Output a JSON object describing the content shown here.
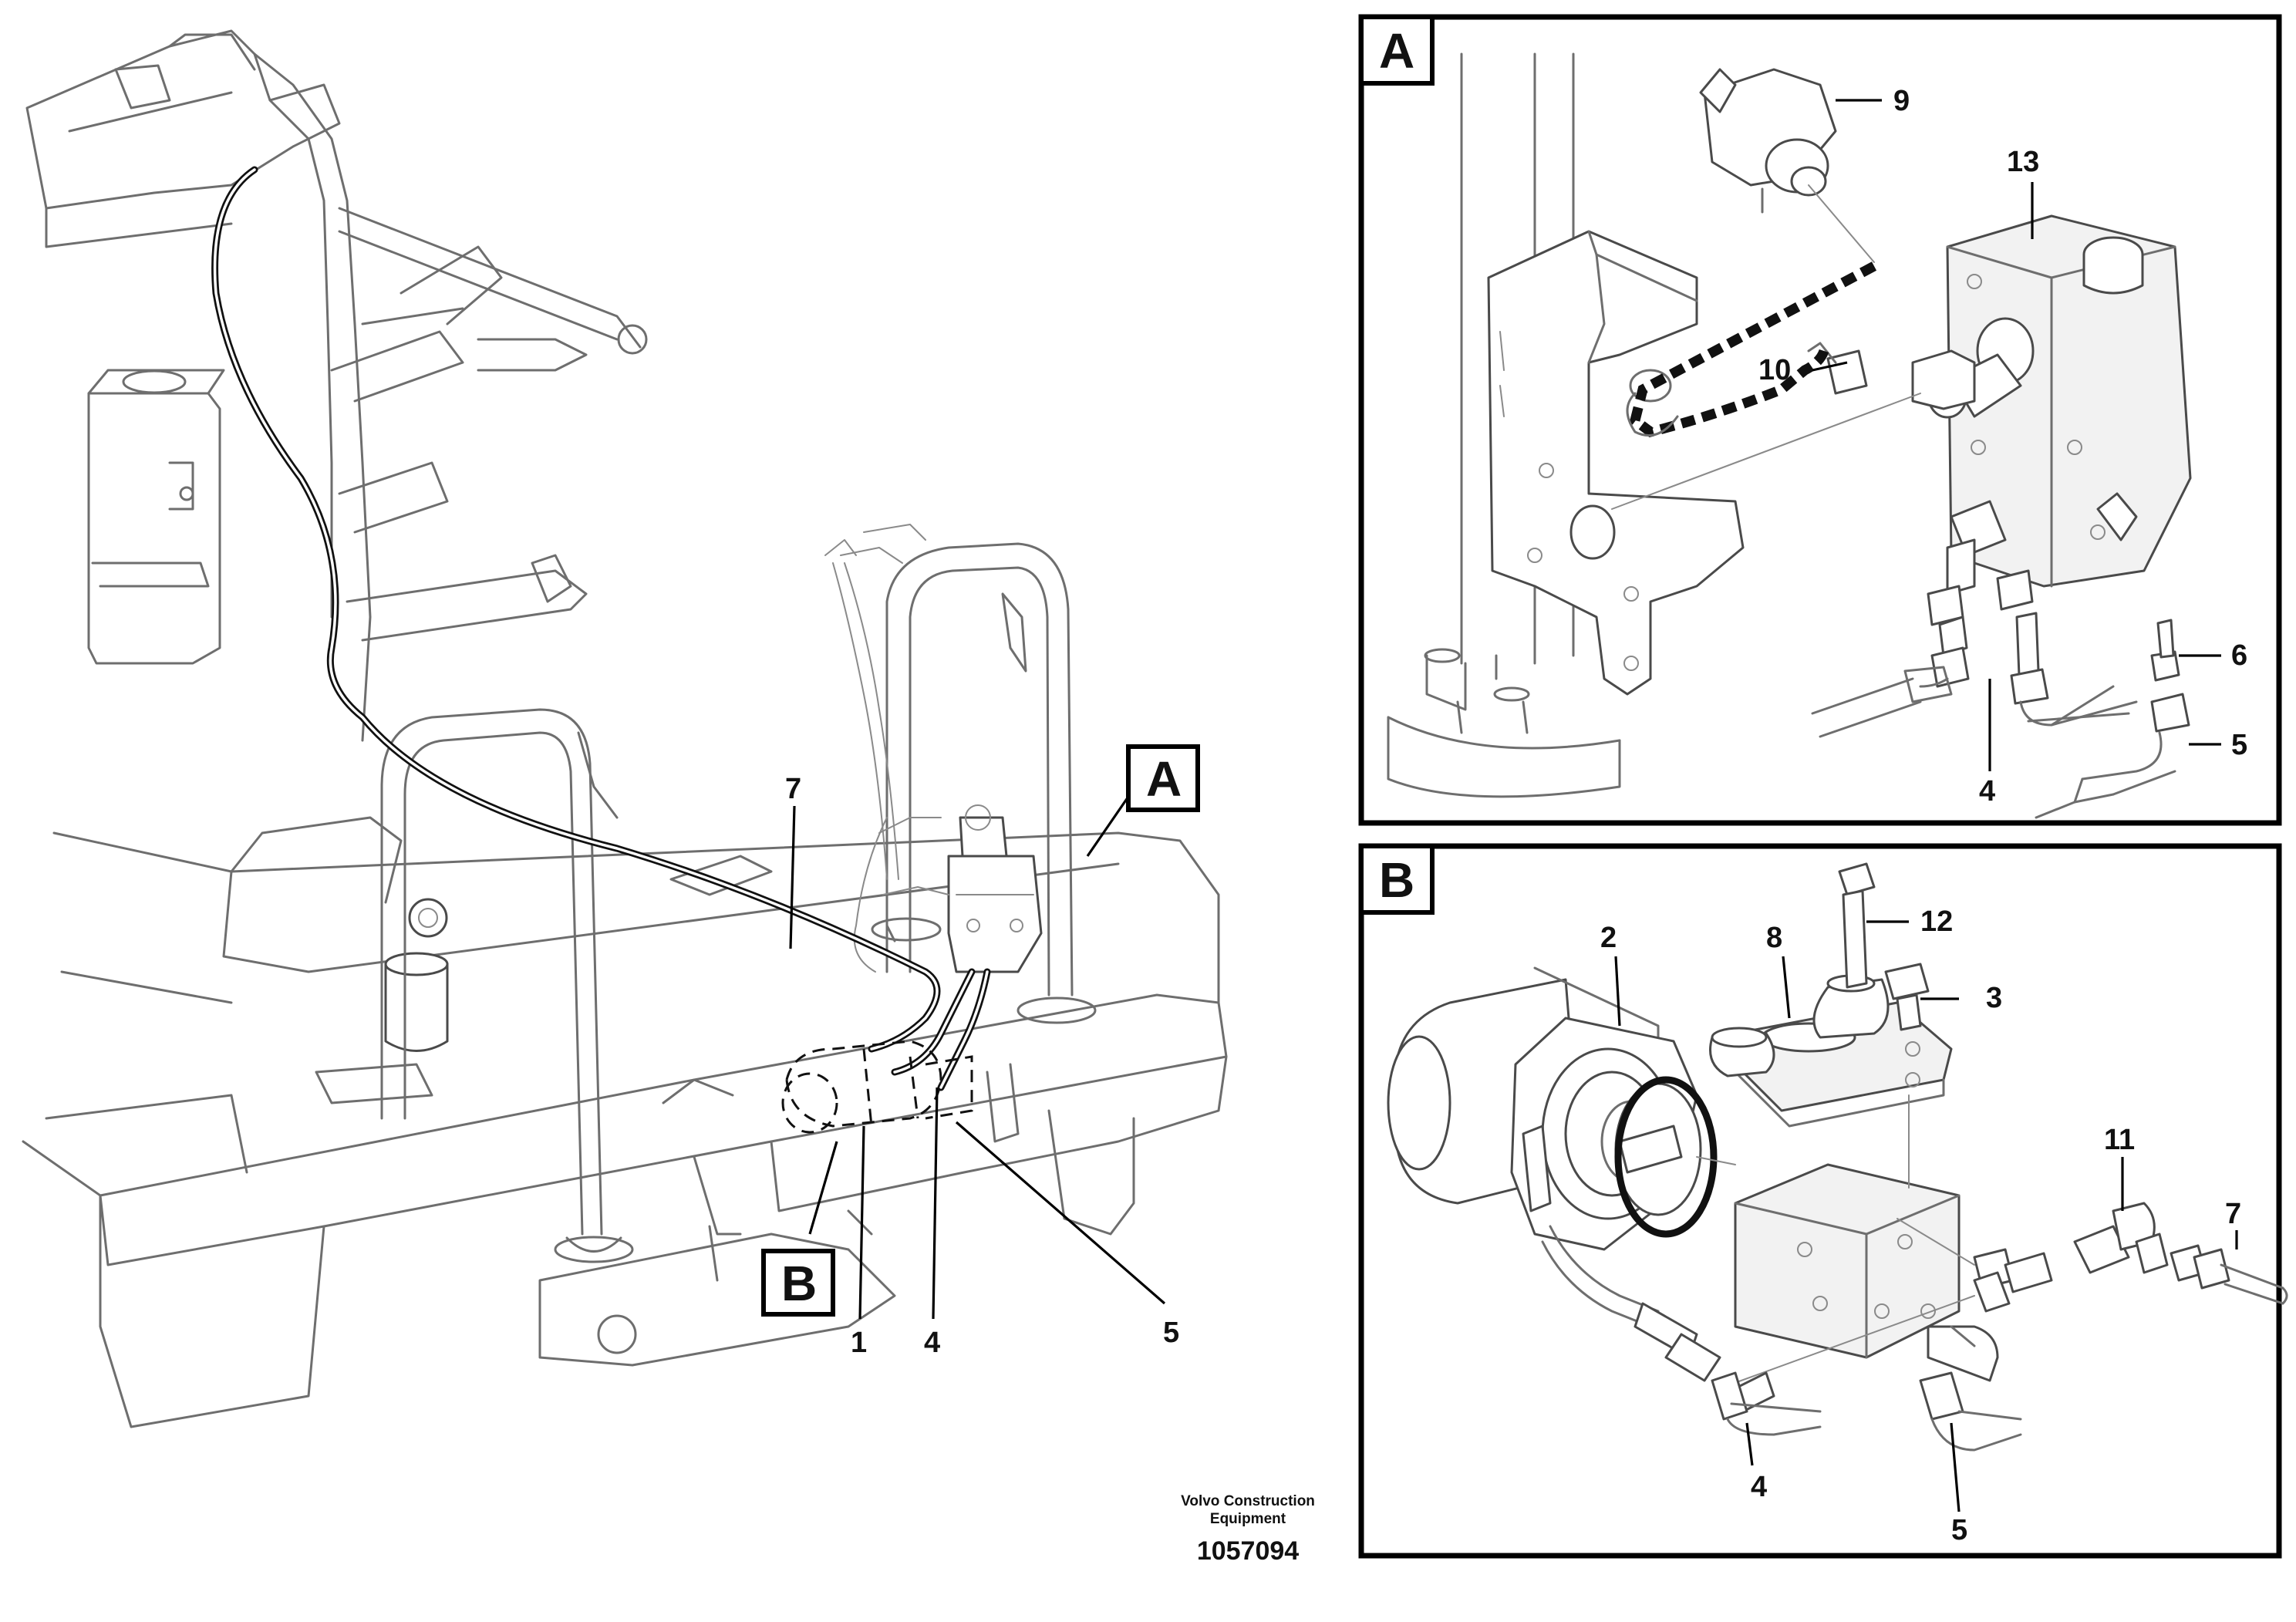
{
  "callouts": {
    "main": {
      "n7": "7",
      "n1": "1",
      "n4": "4",
      "n5": "5",
      "view_a": "A",
      "view_b": "B"
    },
    "detail_a": {
      "letter": "A",
      "n9": "9",
      "n13": "13",
      "n10": "10",
      "n6": "6",
      "n5": "5",
      "n4": "4"
    },
    "detail_b": {
      "letter": "B",
      "n2": "2",
      "n8": "8",
      "n12": "12",
      "n3": "3",
      "n11": "11",
      "n7": "7",
      "n4": "4",
      "n5": "5"
    }
  },
  "footer": {
    "credit_line1": "Volvo Construction",
    "credit_line2": "Equipment",
    "doc_number": "1057094"
  }
}
